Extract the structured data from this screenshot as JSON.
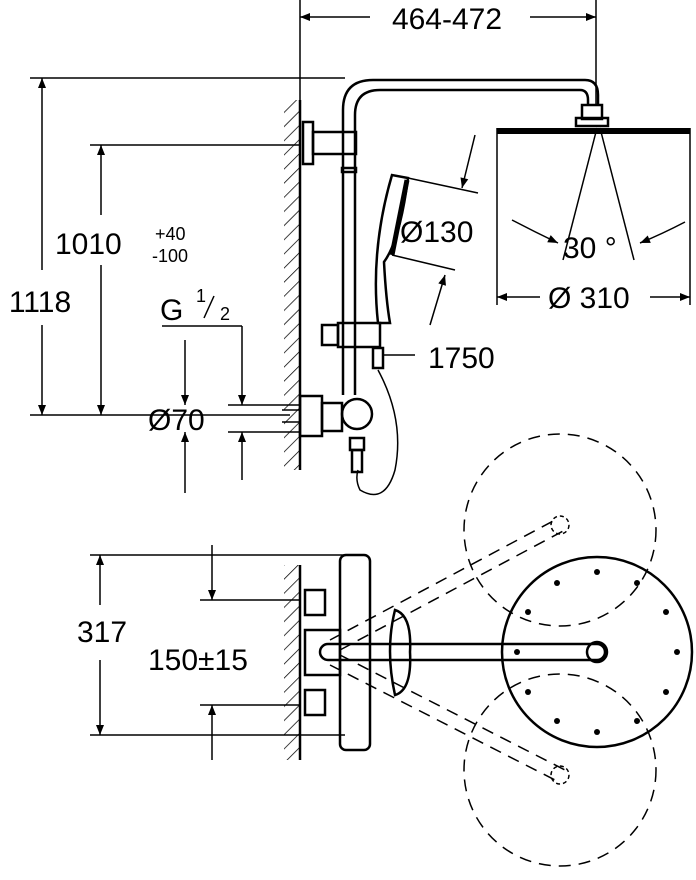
{
  "drawing": {
    "width_range": "464-472",
    "total_height": "1118",
    "outlet_height": "1010",
    "outlet_tol_plus": "+40",
    "outlet_tol_minus": "-100",
    "thread_g": "G",
    "thread_num": "1",
    "thread_den": "2",
    "flange_dia": "Ø70",
    "hand_shower_dia": "Ø130",
    "spray_angle": "30 °",
    "head_shower_dia": "Ø 310",
    "hose_length": "1750",
    "plan_depth": "317",
    "centres": "150±15"
  }
}
